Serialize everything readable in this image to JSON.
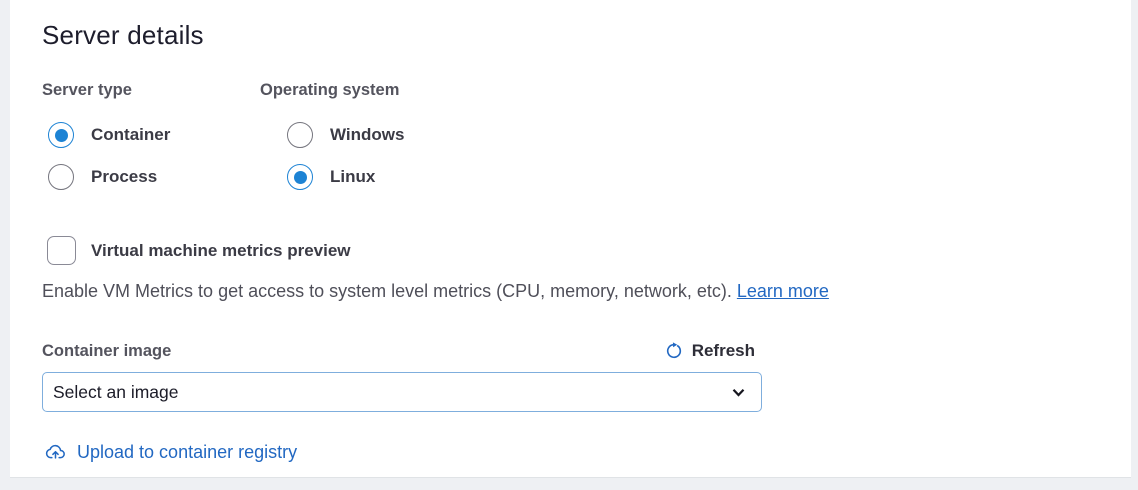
{
  "page": {
    "title": "Server details"
  },
  "server_type": {
    "label": "Server type",
    "options": [
      {
        "label": "Container",
        "selected": true
      },
      {
        "label": "Process",
        "selected": false
      }
    ]
  },
  "operating_system": {
    "label": "Operating system",
    "options": [
      {
        "label": "Windows",
        "selected": false
      },
      {
        "label": "Linux",
        "selected": true
      }
    ]
  },
  "vm_metrics": {
    "label": "Virtual machine metrics preview",
    "checked": false,
    "description": "Enable VM Metrics to get access to system level metrics (CPU, memory, network, etc).",
    "learn_more": "Learn more"
  },
  "container_image": {
    "label": "Container image",
    "refresh_label": "Refresh",
    "selected_value": "Select an image"
  },
  "upload_link": {
    "label": "Upload to container registry"
  },
  "icons": {
    "refresh": "refresh-icon",
    "upload": "cloud-upload-icon",
    "select": "chevron-down-icon"
  },
  "colors": {
    "accent_blue": "#1d83d4",
    "link_blue": "#2268c2",
    "select_border": "#7faedd",
    "page_bg": "#eef0f3"
  }
}
